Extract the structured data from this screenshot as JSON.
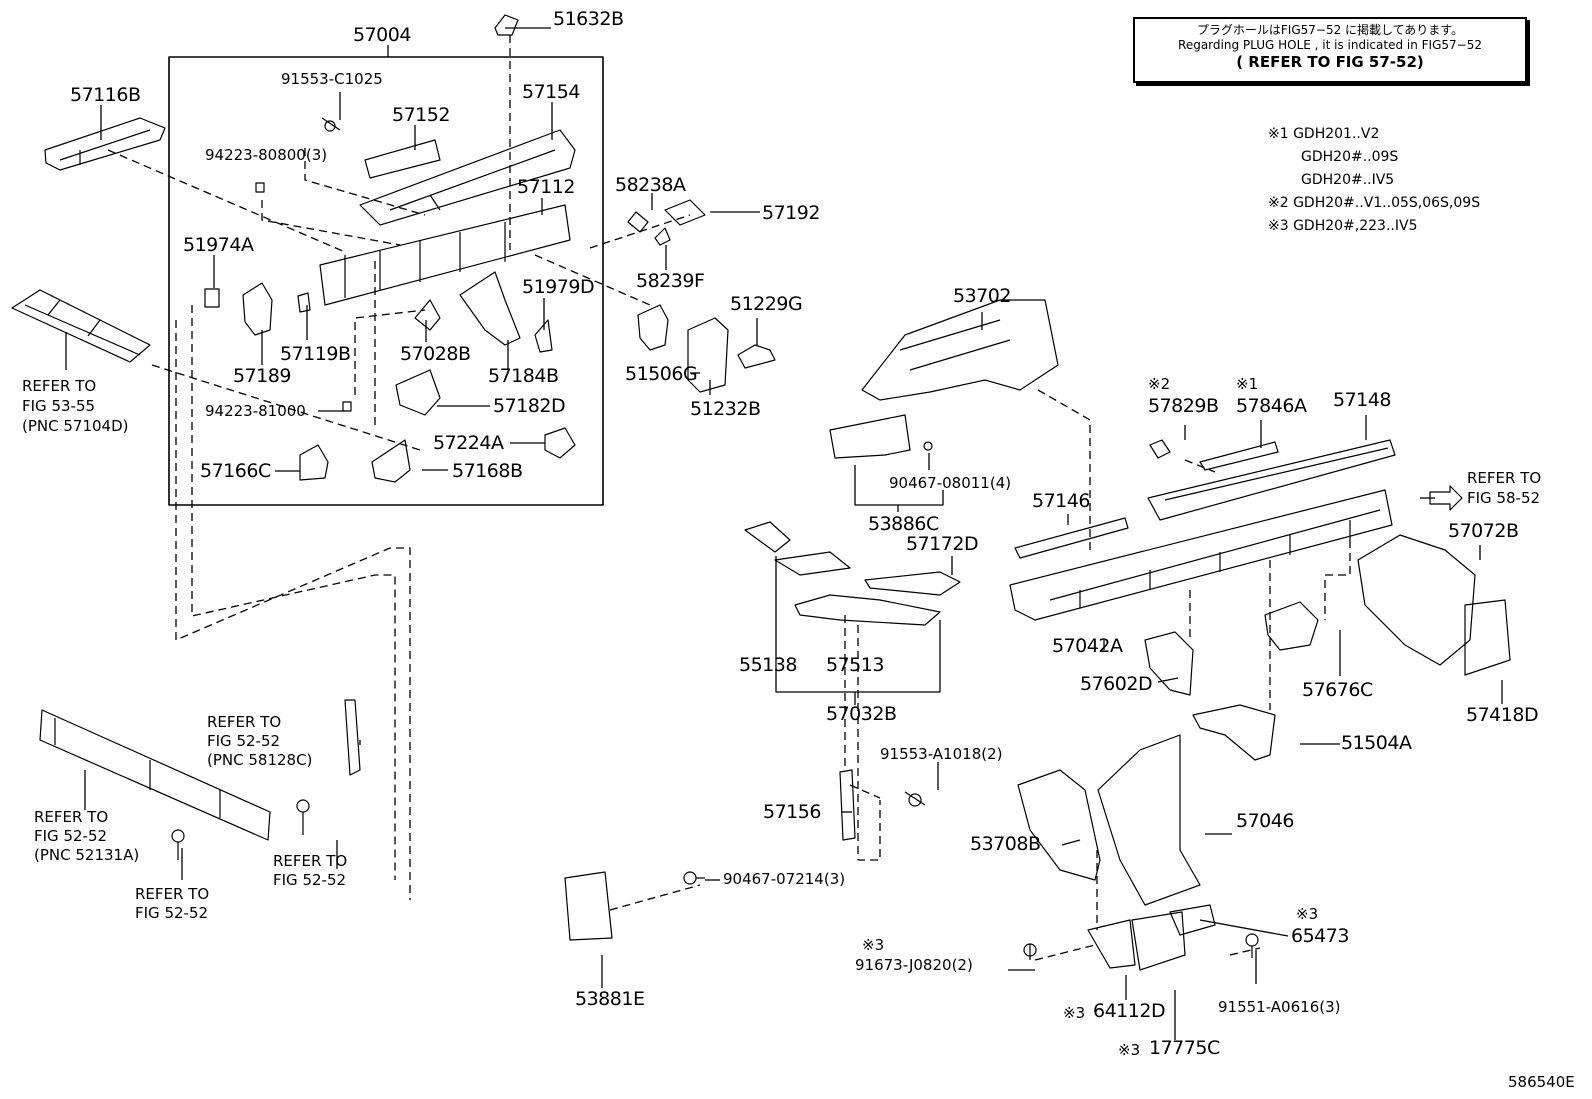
{
  "note": {
    "line1": "プラグホールはFIG57−52 に掲載してあります。",
    "line2": "Regarding PLUG HOLE , it is indicated in FIG57−52",
    "line3": "( REFER TO FIG 57-52)"
  },
  "legend": [
    "※1 GDH201..V2",
    "GDH20#..09S",
    "GDH20#..IV5",
    "※2 GDH20#..V1..05S,06S,09S",
    "※3 GDH20#,223..IV5"
  ],
  "parts": {
    "p57004": "57004",
    "p51632B": "51632B",
    "p57116B": "57116B",
    "p91553C1025": "91553-C1025",
    "p57152": "57152",
    "p57154": "57154",
    "p9422380800": "94223-80800(3)",
    "p57112": "57112",
    "p58238A": "58238A",
    "p57192": "57192",
    "p51974A": "51974A",
    "p58239F": "58239F",
    "p51979D": "51979D",
    "p51229G": "51229G",
    "p57189": "57189",
    "p57119B": "57119B",
    "p57028B": "57028B",
    "p57184B": "57184B",
    "p51506G": "51506G",
    "p51232B": "51232B",
    "p9422381000": "94223-81000",
    "p57182D": "57182D",
    "p57224A": "57224A",
    "p57166C": "57166C",
    "p57168B": "57168B",
    "p53702": "53702",
    "p57829B": "57829B",
    "p57846A": "57846A",
    "p57148": "57148",
    "p9046708011": "90467-08011(4)",
    "p53886C": "53886C",
    "p57146": "57146",
    "p57072B": "57072B",
    "p57172D": "57172D",
    "p55138": "55138",
    "p57513": "57513",
    "p57032B": "57032B",
    "p57042A": "57042A",
    "p57602D": "57602D",
    "p57676C": "57676C",
    "p57418D": "57418D",
    "p51504A": "51504A",
    "p91553A1018": "91553-A1018(2)",
    "p57156": "57156",
    "p53708B": "53708B",
    "p57046": "57046",
    "p9046707214": "90467-07214(3)",
    "p53881E": "53881E",
    "p65473": "65473",
    "p91673J0820": "91673-J0820(2)",
    "p64112D": "64112D",
    "p91551A0616": "91551-A0616(3)",
    "p17775C": "17775C",
    "mark2": "※2",
    "mark1": "※1",
    "mark3a": "※3",
    "mark3b": "※3",
    "mark3c": "※3",
    "mark3d": "※3"
  },
  "refs": {
    "r5355_1": "REFER TO",
    "r5355_2": "FIG 53-55",
    "r5355_3": "(PNC 57104D)",
    "r5852_1": "REFER TO",
    "r5852_2": "FIG 58-52",
    "rA_1": "REFER TO",
    "rA_2": "FIG 52-52",
    "rA_3": "(PNC 58128C)",
    "rB_1": "REFER TO",
    "rB_2": "FIG 52-52",
    "rB_3": "(PNC 52131A)",
    "rC_1": "REFER TO",
    "rC_2": "FIG 52-52",
    "rD_1": "REFER TO",
    "rD_2": "FIG 52-52"
  },
  "illustration_id": "586540E"
}
